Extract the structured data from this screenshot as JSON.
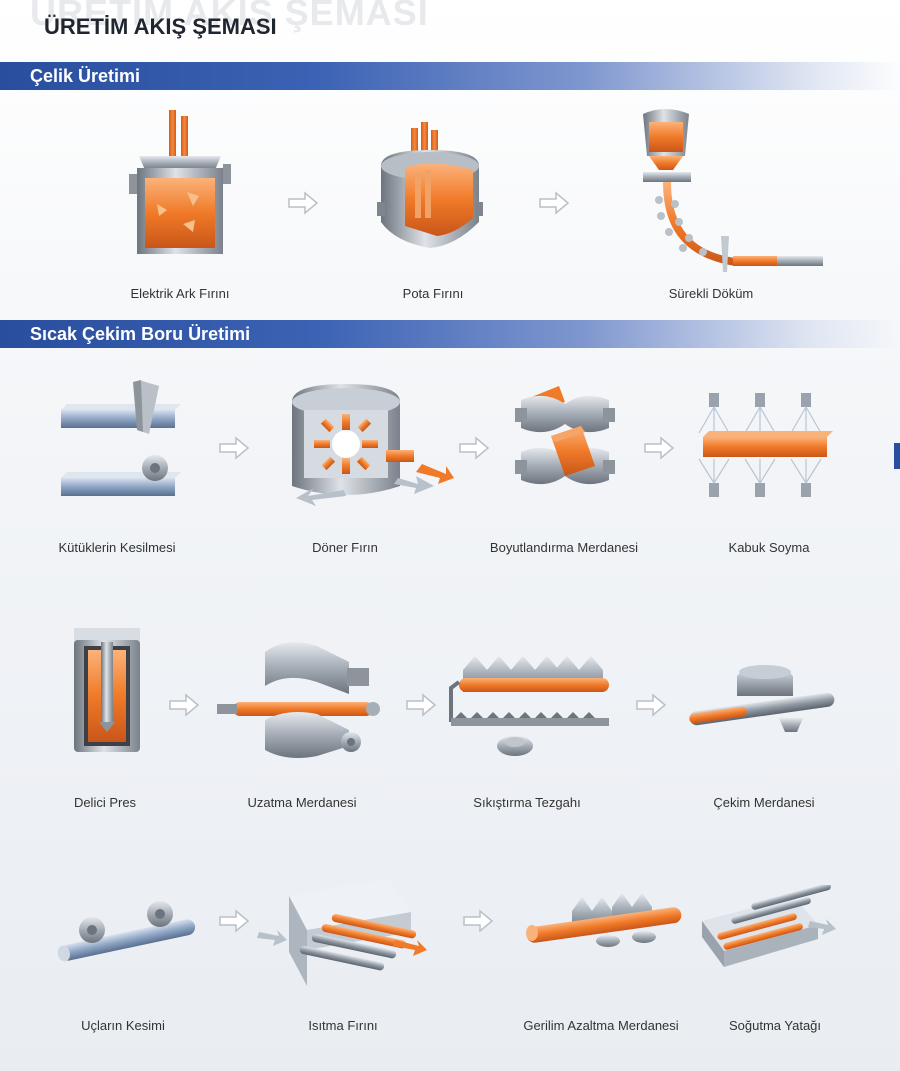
{
  "watermark": "ÜRETİM AKIŞ ŞEMASI",
  "title": "ÜRETİM AKIŞ ŞEMASI",
  "colors": {
    "band": "#2a4e9e",
    "metal": "#f07a28",
    "steel": "#9aa3ad"
  },
  "sections": [
    {
      "title": "Çelik Üretimi"
    },
    {
      "title": "Sıcak Çekim Boru Üretimi"
    }
  ],
  "steps": [
    {
      "label": "Elektrik Ark Fırını",
      "icon": "electric-arc-furnace-icon"
    },
    {
      "label": "Pota Fırını",
      "icon": "ladle-furnace-icon"
    },
    {
      "label": "Sürekli Döküm",
      "icon": "continuous-casting-icon"
    },
    {
      "label": "Kütüklerin Kesilmesi",
      "icon": "billet-cutting-icon"
    },
    {
      "label": "Döner Fırın",
      "icon": "rotary-furnace-icon"
    },
    {
      "label": "Boyutlandırma Merdanesi",
      "icon": "sizing-roll-icon"
    },
    {
      "label": "Kabuk Soyma",
      "icon": "peeling-icon"
    },
    {
      "label": "Delici Pres",
      "icon": "piercing-press-icon"
    },
    {
      "label": "Uzatma Merdanesi",
      "icon": "elongation-roll-icon"
    },
    {
      "label": "Sıkıştırma Tezgahı",
      "icon": "push-bench-icon"
    },
    {
      "label": "Çekim Merdanesi",
      "icon": "drawing-roll-icon"
    },
    {
      "label": "Uçların Kesimi",
      "icon": "end-cutting-icon"
    },
    {
      "label": "Isıtma Fırını",
      "icon": "reheating-furnace-icon"
    },
    {
      "label": "Gerilim Azaltma Merdanesi",
      "icon": "stretch-reducing-mill-icon"
    },
    {
      "label": "Soğutma Yatağı",
      "icon": "cooling-bed-icon"
    }
  ]
}
